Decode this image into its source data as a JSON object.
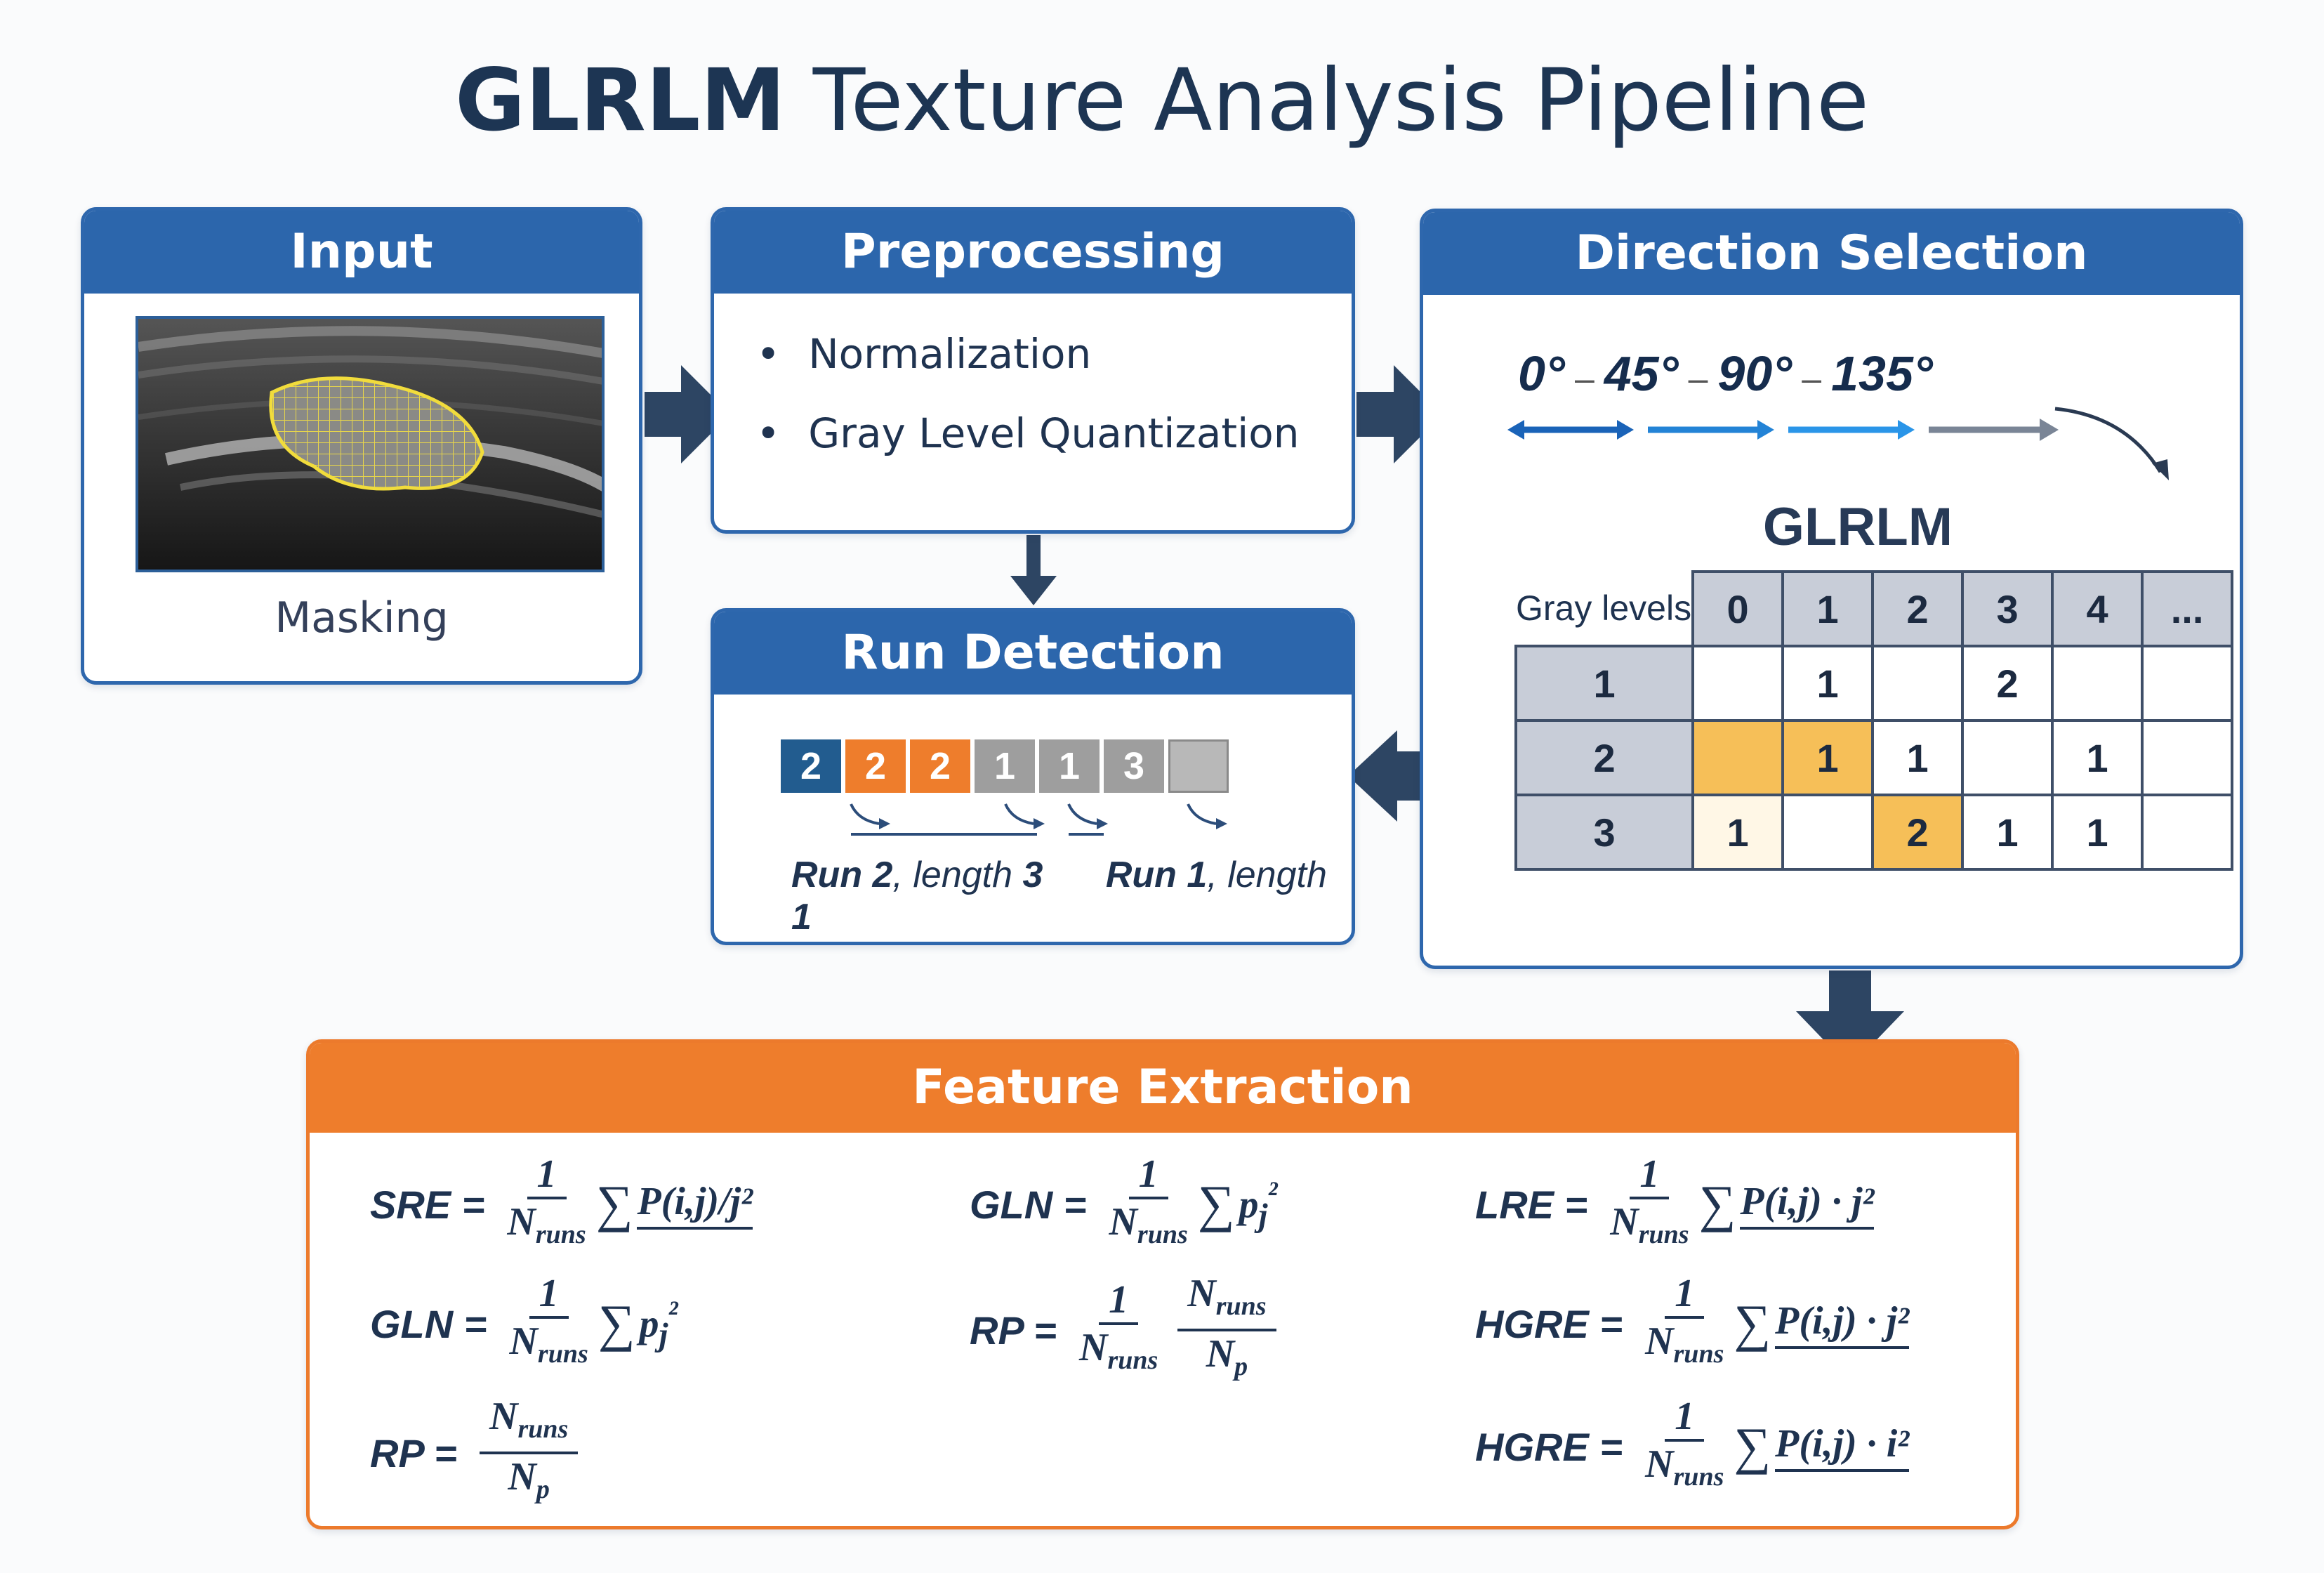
{
  "title": {
    "bold": "GLRLM",
    "rest": "Texture Analysis Pipeline"
  },
  "input": {
    "header": "Input",
    "caption": "Masking"
  },
  "preprocessing": {
    "header": "Preprocessing",
    "items": [
      "Normalization",
      "Gray Level Quantization"
    ]
  },
  "run_detection": {
    "header": "Run Detection",
    "cells": [
      "2",
      "2",
      "2",
      "1",
      "1",
      "3",
      ""
    ],
    "runs": [
      {
        "prefix": "Run ",
        "gray": "2",
        "mid": ", length ",
        "length": "3"
      },
      {
        "prefix": "Run ",
        "gray": "1",
        "mid": ", length ",
        "length": "1"
      }
    ]
  },
  "direction": {
    "header": "Direction Selection",
    "angles": [
      "0°",
      "45°",
      "90°",
      "135°"
    ],
    "separator": "–",
    "matrix_title": "GLRLM",
    "gray_levels_label": "Gray levels",
    "columns": [
      "0",
      "1",
      "2",
      "3",
      "4",
      "..."
    ],
    "rows": [
      {
        "label": "1",
        "cells": [
          "",
          "1",
          "",
          "2",
          "",
          ""
        ]
      },
      {
        "label": "2",
        "cells": [
          "",
          "1",
          "1",
          "",
          "1",
          ""
        ]
      },
      {
        "label": "3",
        "cells": [
          "1",
          "",
          "2",
          "1",
          "1",
          ""
        ]
      }
    ]
  },
  "features": {
    "header": "Feature Extraction",
    "formulas": {
      "sre": "SRE =",
      "gln": "GLN =",
      "lre": "LRE =",
      "rp": "RP =",
      "hgre": "HGRE ="
    },
    "one": "1",
    "n": "N",
    "runs_sub": "runs",
    "p_sub": "p",
    "sum": "∑",
    "term_pij_div_j2": "P(i,j)/j²",
    "term_pj2": "p",
    "term_pj2_j": "j",
    "term_pj2_exp": "²",
    "term_pij_j2": "P(i,j) · j²",
    "term_pij_i2": "P(i,j) · i²"
  },
  "colors": {
    "header_blue": "#2c66ac",
    "header_orange": "#ee7d2c",
    "highlight": "#f6bf58"
  }
}
